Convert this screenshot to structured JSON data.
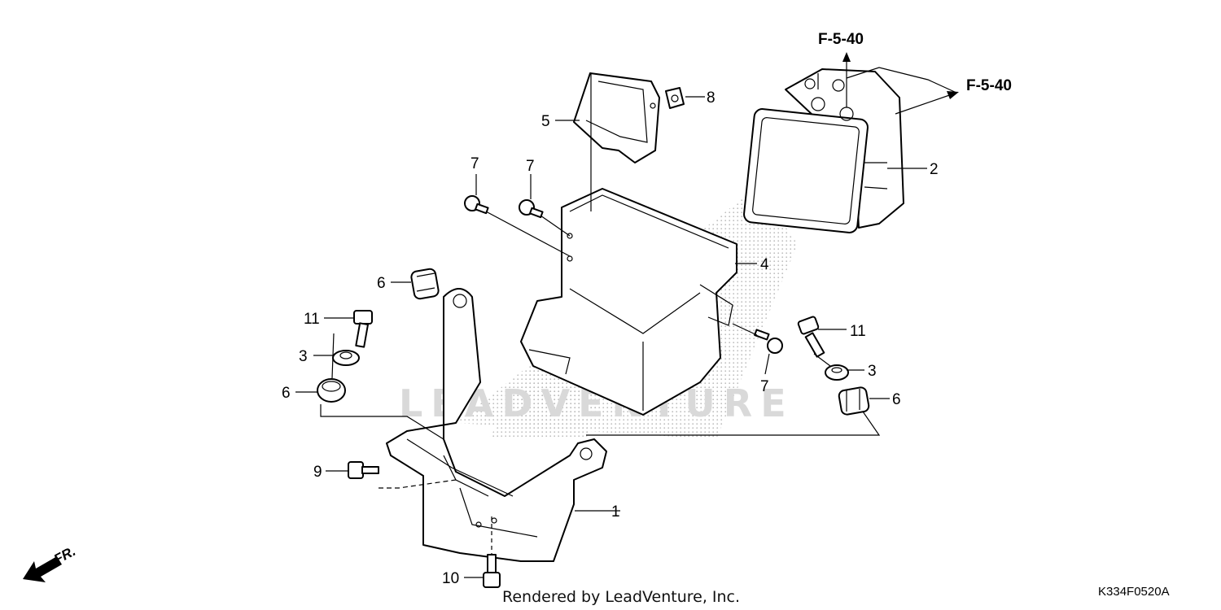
{
  "callouts": {
    "n1": "1",
    "n2": "2",
    "n3a": "3",
    "n3b": "3",
    "n4": "4",
    "n5": "5",
    "n6a": "6",
    "n6b": "6",
    "n6c": "6",
    "n7a": "7",
    "n7b": "7",
    "n7c": "7",
    "n8": "8",
    "n9": "9",
    "n10": "10",
    "n11a": "11",
    "n11b": "11"
  },
  "refs": {
    "top": "F-5-40",
    "right": "F-5-40"
  },
  "direction": {
    "label": "FR."
  },
  "watermark": {
    "text": "LEADVENTURE"
  },
  "footer": {
    "rendered_by": "Rendered by LeadVenture, Inc.",
    "diagram_code": "K334F0520A"
  }
}
